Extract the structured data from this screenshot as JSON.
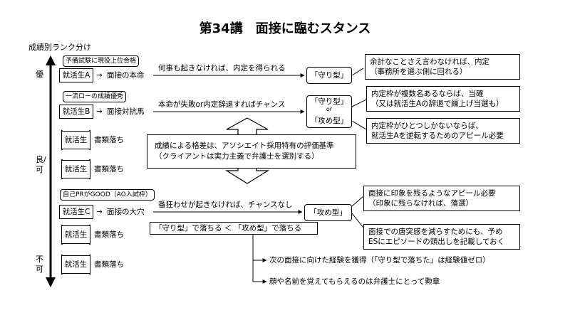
{
  "title": "第34講　面接に臨むスタンス",
  "axis": {
    "label": "成績別ランク分け",
    "top": "優",
    "middle": "良/可",
    "bottom": "不可"
  },
  "tiers": [
    {
      "badge": "予備試験に現役上位合格",
      "name": "就活生A",
      "arrow": "→",
      "desc": "面接の本命"
    },
    {
      "badge": "一流ローの成績優秀",
      "name": "就活生B",
      "arrow": "→",
      "desc": "面接対抗馬"
    },
    {
      "badge": "自己PRがGOOD（AO入試枠）",
      "name": "就活生C",
      "arrow": "→",
      "desc": "面接の大穴"
    }
  ],
  "rejected": {
    "name": "就活生",
    "label": "書類落ち"
  },
  "conditions": {
    "a": "何事も起きなければ、内定を得られる",
    "b": "本命が失敗or内定辞退すればチャンス",
    "c": "番狂わせが起きなければ、チャンスなし"
  },
  "types": {
    "defensive": "「守り型」",
    "or": "or",
    "offensive": "「攻め型」"
  },
  "notes": {
    "a": "余計なことさえ言わなければ、内定\n（事務所を選ぶ側に回れる）",
    "b1": "内定枠が複数名あるならば、当確\n（又は就活生Aの辞退で繰上げ当選も）",
    "b2": "内定枠がひとつしかないならば、\n就活生Aを逆転するためのアピール必要",
    "center": "成績による格差は、アソシエイト採用特有の評価基準\n（クライアントは実力主義で弁護士を選別する）",
    "c1": "面接に印象を残るようなアピール必要\n（印象に残らなければ、落選）",
    "c2": "面接での唐突感を減らすためにも、予め\nESにエピソードの頭出しを記載しておく",
    "compare": "「守り型」で落ちる ＜ 「攻め型」で落ちる",
    "exp": "次の面接に向けた経験を獲得（「守り型で落ちた」は経験値ゼロ）",
    "face": "顔や名前を覚えてもらえるのは弁護士にとって勲章"
  }
}
